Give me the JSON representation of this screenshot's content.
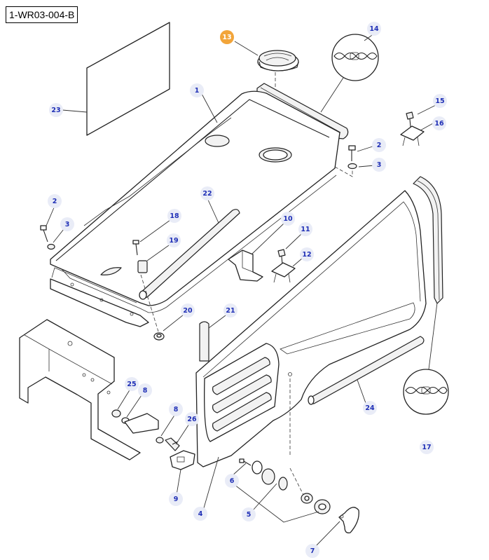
{
  "reference_code": "1-WR03-004-B",
  "callouts": [
    {
      "id": "c13",
      "label": "13",
      "highlight": true
    },
    {
      "id": "c14",
      "label": "14"
    },
    {
      "id": "c23",
      "label": "23"
    },
    {
      "id": "c1",
      "label": "1"
    },
    {
      "id": "c15",
      "label": "15"
    },
    {
      "id": "c16",
      "label": "16"
    },
    {
      "id": "c2a",
      "label": "2"
    },
    {
      "id": "c3a",
      "label": "3"
    },
    {
      "id": "c2b",
      "label": "2"
    },
    {
      "id": "c3b",
      "label": "3"
    },
    {
      "id": "c22",
      "label": "22"
    },
    {
      "id": "c18",
      "label": "18"
    },
    {
      "id": "c10",
      "label": "10"
    },
    {
      "id": "c11",
      "label": "11"
    },
    {
      "id": "c19",
      "label": "19"
    },
    {
      "id": "c12",
      "label": "12"
    },
    {
      "id": "c20",
      "label": "20"
    },
    {
      "id": "c21",
      "label": "21"
    },
    {
      "id": "c25",
      "label": "25"
    },
    {
      "id": "c8a",
      "label": "8"
    },
    {
      "id": "c8b",
      "label": "8"
    },
    {
      "id": "c26",
      "label": "26"
    },
    {
      "id": "c24",
      "label": "24"
    },
    {
      "id": "c17",
      "label": "17"
    },
    {
      "id": "c6",
      "label": "6"
    },
    {
      "id": "c9",
      "label": "9"
    },
    {
      "id": "c4",
      "label": "4"
    },
    {
      "id": "c5",
      "label": "5"
    },
    {
      "id": "c7",
      "label": "7"
    }
  ]
}
